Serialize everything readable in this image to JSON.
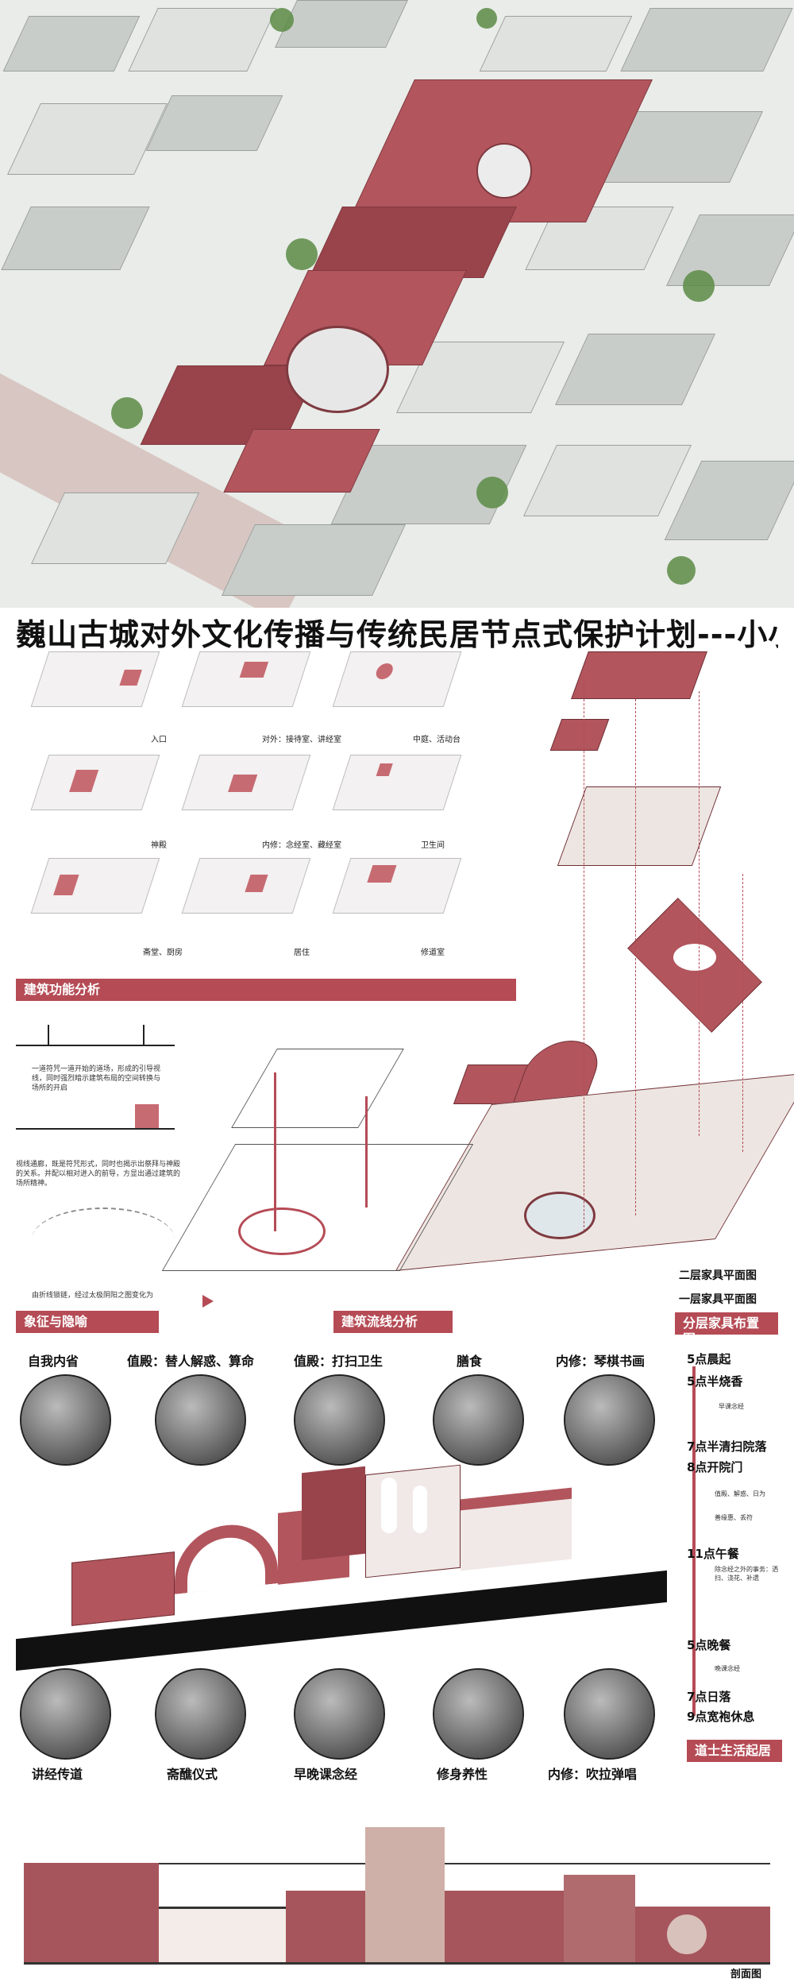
{
  "title": "巍山古城对外文化传播与传统民居节点式保护计划---小小道观",
  "function_analysis": {
    "heading": "建筑功能分析",
    "labels": [
      "入口",
      "对外：接待室、讲经室",
      "中庭、活动台",
      "神殿",
      "内修：念经室、藏经室",
      "卫生间",
      "斋堂、厨房",
      "居住",
      "修道室"
    ]
  },
  "symbolism": {
    "heading": "象征与隐喻",
    "texts": [
      "一道符咒一道开始的道场，形成的引导视线，同时强烈暗示建筑布局的空间转换与场所的开启",
      "视线通廊，既是符咒形式，同时也揭示出祭拜与神殿的关系。并配以相对进入的前导，方显出通过建筑的场所精神。",
      "由折线锁链，经过太极阴阳之图变化为"
    ]
  },
  "circulation": {
    "heading": "建筑流线分析"
  },
  "furniture": {
    "heading": "分层家具布置图",
    "floor2": "二层家具平面图",
    "floor1": "一层家具平面图"
  },
  "daily": {
    "top": [
      "自我内省",
      "值殿：替人解惑、算命",
      "值殿：打扫卫生",
      "膳食",
      "内修：琴棋书画"
    ],
    "bottom": [
      "讲经传道",
      "斋醮仪式",
      "早晚课念经",
      "修身养性",
      "内修：吹拉弹唱"
    ],
    "timeline": [
      "5点晨起",
      "5点半烧香",
      "7点半清扫院落",
      "8点开院门",
      "11点午餐",
      "5点晚餐",
      "7点日落",
      "9点宽袍休息"
    ],
    "notes": [
      "早课念经",
      "值殿、解惑、日为",
      "善缘惠、丢符",
      "除念经之外的事务：洒扫、浇花、补遗",
      "晚课念经"
    ],
    "heading": "道士生活起居"
  },
  "section": {
    "label": "剖面图"
  },
  "colors": {
    "accent": "#b54b55",
    "building": "#b2555d"
  }
}
